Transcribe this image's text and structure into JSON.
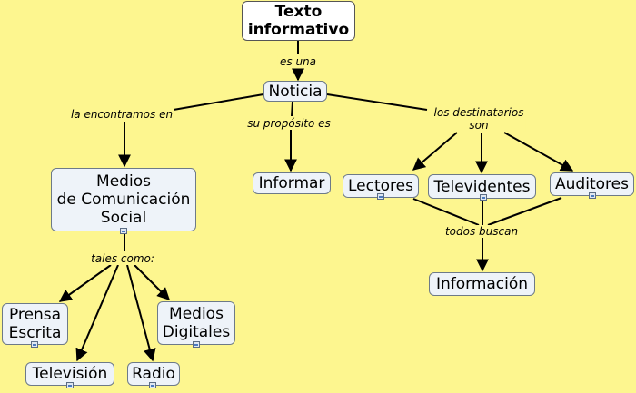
{
  "nodes": {
    "texto_informativo": "Texto\ninformativo",
    "noticia": "Noticia",
    "medios_comunicacion": "Medios\nde Comunicación\nSocial",
    "informar": "Informar",
    "lectores": "Lectores",
    "televidentes": "Televidentes",
    "auditores": "Auditores",
    "informacion": "Información",
    "prensa_escrita": "Prensa\nEscrita",
    "medios_digitales": "Medios\nDigitales",
    "television": "Televisión",
    "radio": "Radio"
  },
  "links": {
    "es_una": "es una",
    "la_encontramos_en": "la encontramos en",
    "su_proposito_es": "su propósito es",
    "los_destinatarios_son": "los destinatarios\nson",
    "todos_buscan": "todos buscan",
    "tales_como": "tales como:"
  }
}
